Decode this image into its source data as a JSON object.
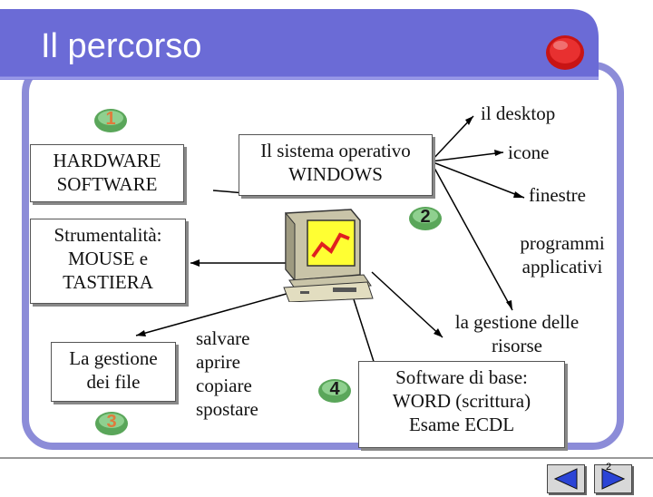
{
  "title": "Il percorso",
  "badges": {
    "b1": "1",
    "b2": "2",
    "b3": "3",
    "b4": "4"
  },
  "boxes": {
    "hardware_software": [
      "HARDWARE",
      "SOFTWARE"
    ],
    "sistema_operativo": [
      "Il sistema operativo",
      "WINDOWS"
    ],
    "strumentalita": [
      "Strumentalità:",
      "MOUSE e",
      "TASTIERA"
    ],
    "gestione_file": [
      "La gestione",
      "dei file"
    ],
    "gestione_risorse": [
      "Software di base:",
      "WORD (scrittura)",
      "Esame ECDL"
    ]
  },
  "labels": {
    "il_desktop": "il desktop",
    "icone": "icone",
    "finestre": "finestre",
    "programmi": [
      "programmi",
      "applicativi"
    ],
    "gestione_risorse_title": [
      "la gestione delle",
      "risorse"
    ],
    "file_ops": [
      "salvare",
      "aprire",
      "copiare",
      "spostare"
    ]
  },
  "page_number": "2",
  "colors": {
    "title_bar": "#6b6bd6",
    "frame": "#8c8cd8",
    "badge_1_3": "#e07a3c",
    "badge_2_4": "#1a1a1a",
    "badge_bg": "#5aa65a",
    "close_button": "#e02020"
  },
  "icons": [
    "close-icon",
    "computer-icon",
    "nav-back-icon",
    "nav-forward-icon"
  ]
}
